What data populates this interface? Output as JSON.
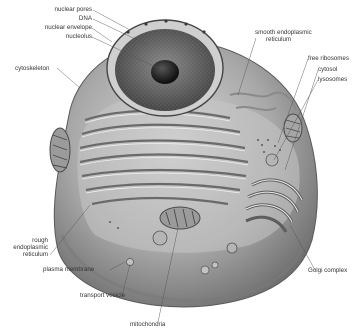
{
  "labels": {
    "nuclear_pores": "nuclear pores",
    "dna": "DNA",
    "nuclear_envelope": "nuclear envelope",
    "nucleolus": "nucleolus",
    "cytoskeleton": "cytoskeleton",
    "smooth_er_line1": "smooth endoplasmic",
    "smooth_er_line2": "reticulum",
    "free_ribosomes": "free ribosomes",
    "cytosol": "cytosol",
    "lysosomes": "lysosomes",
    "rough_er_line1": "rough",
    "rough_er_line2": "endoplasmic",
    "rough_er_line3": "reticulum",
    "plasma_membrane": "plasma membrane",
    "golgi_complex": "Golgi complex",
    "transport_vesicle": "transport vesicle",
    "mitochondria": "mitochondria"
  }
}
